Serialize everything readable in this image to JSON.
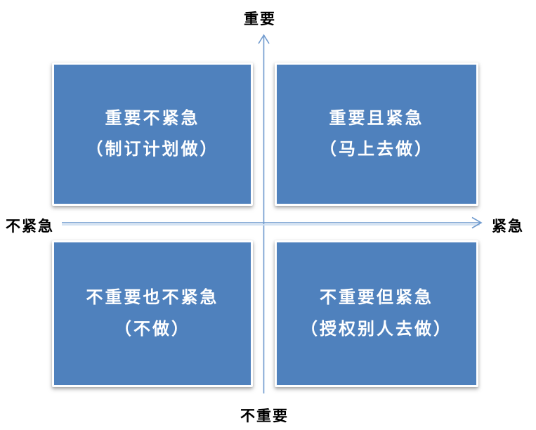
{
  "diagram": {
    "type": "quadrant-matrix",
    "axis_labels": {
      "top": "重要",
      "bottom": "不重要",
      "left": "不紧急",
      "right": "紧急"
    },
    "quadrants": {
      "top_left": {
        "title": "重要不紧急",
        "action": "（制订计划做）"
      },
      "top_right": {
        "title": "重要且紧急",
        "action": "（马上去做）"
      },
      "bottom_left": {
        "title": "不重要也不紧急",
        "action": "（不做）"
      },
      "bottom_right": {
        "title": "不重要但紧急",
        "action": "（授权别人去做）"
      }
    },
    "colors": {
      "quadrant_fill": "#4f81bd",
      "quadrant_text": "#ffffff",
      "axis_line": "#6f9ace",
      "axis_halo": "#cfe0f2",
      "axis_label_text": "#000000",
      "page_bg": "#ffffff"
    }
  }
}
